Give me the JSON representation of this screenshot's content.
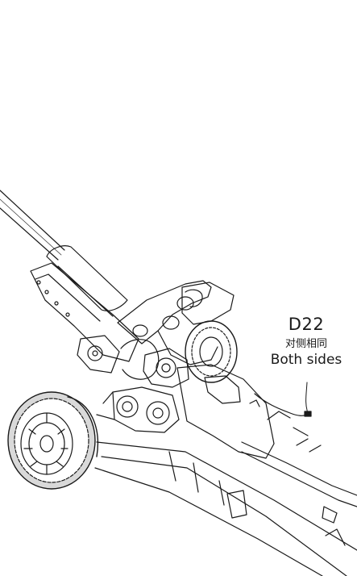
{
  "callout": {
    "part_number": "D22",
    "note_chinese": "对侧相同",
    "note_english": "Both sides"
  },
  "colors": {
    "line": "#1a1a1a",
    "background": "#ffffff",
    "tire_shade": "#d9d9d9"
  }
}
